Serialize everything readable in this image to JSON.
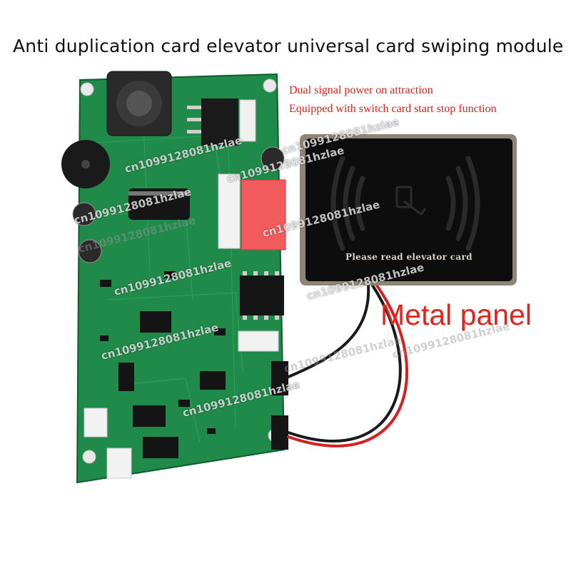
{
  "title": "Anti duplication card elevator universal card  swiping module",
  "features": [
    "Dual signal power on attraction",
    "Equipped with switch card start stop function"
  ],
  "panel_label": "Metal panel",
  "panel_caption": "Please read elevator card",
  "watermark": "cn1099128081hzlae",
  "colors": {
    "pcb": "#1f8a4a",
    "accent_red": "#e3241b",
    "panel": "#0d0d0d",
    "frame": "#9a8f80"
  }
}
